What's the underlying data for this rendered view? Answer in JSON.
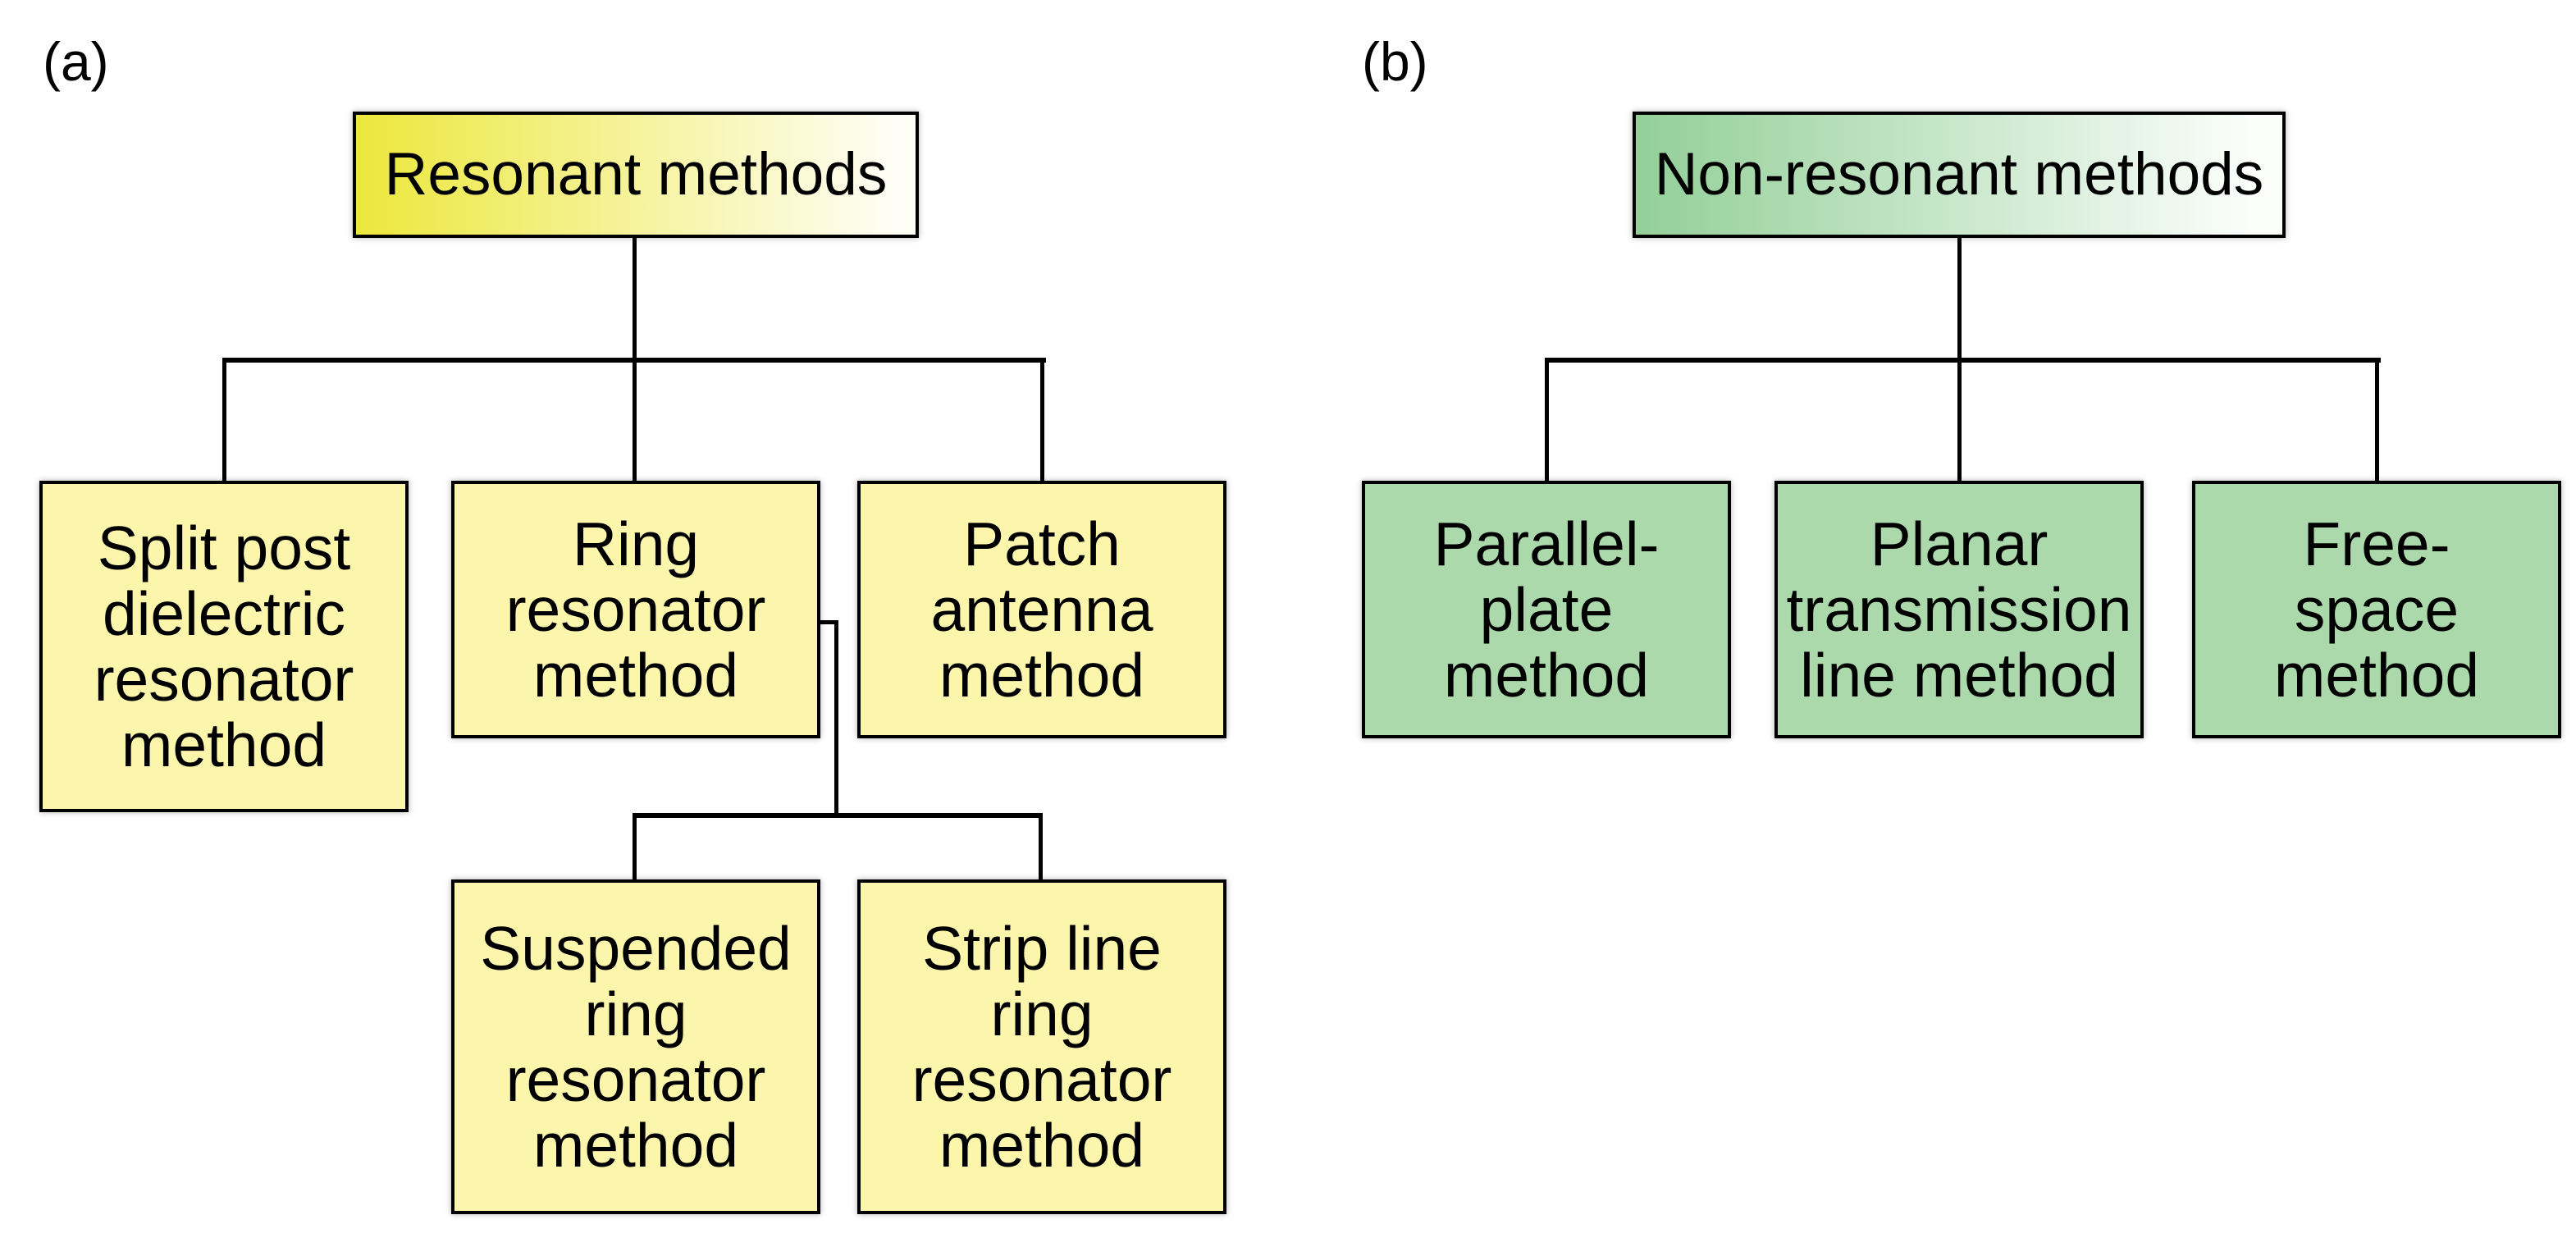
{
  "colors": {
    "yellow_gradient_start": "#ece73c",
    "yellow_leaf": "#fcf6ac",
    "green_gradient_start": "#93cf98",
    "green_leaf": "#abd9ac",
    "line": "#000000"
  },
  "panel_a": {
    "label": "(a)",
    "root": {
      "label": "Resonant methods"
    },
    "children": [
      {
        "label": "Split post\ndielectric\nresonator\nmethod"
      },
      {
        "label": "Ring\nresonator\nmethod"
      },
      {
        "label": "Patch\nantenna\nmethod"
      }
    ],
    "subchildren": [
      {
        "label": "Suspended\nring\nresonator\nmethod"
      },
      {
        "label": "Strip line\nring\nresonator\nmethod"
      }
    ]
  },
  "panel_b": {
    "label": "(b)",
    "root": {
      "label": "Non-resonant methods"
    },
    "children": [
      {
        "label": "Parallel-\nplate\nmethod"
      },
      {
        "label": "Planar\ntransmission\nline method"
      },
      {
        "label": "Free-\nspace\nmethod"
      }
    ]
  }
}
